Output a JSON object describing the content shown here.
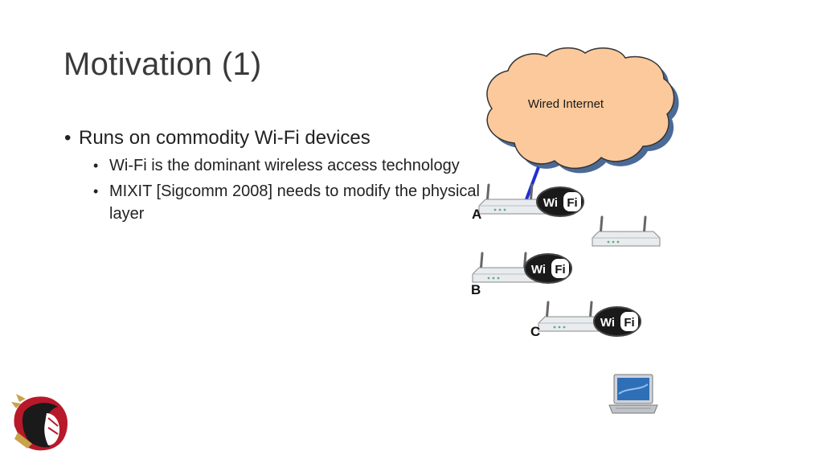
{
  "slide": {
    "title": "Motivation (1)",
    "bullets": [
      {
        "text": "Runs on commodity Wi-Fi devices",
        "sub": [
          "Wi-Fi is the dominant wireless access technology",
          "MIXIT [Sigcomm 2008] needs to modify the physical layer"
        ]
      }
    ]
  },
  "diagram": {
    "cloud_label": "Wired Internet",
    "node_labels": {
      "a": "A",
      "b": "B",
      "c": "C"
    },
    "wifi_logo_text": {
      "wi": "Wi",
      "fi": "Fi"
    }
  },
  "colors": {
    "cloud_fill": "#fbc99b",
    "cloud_shadow": "#4b6b96",
    "link_color": "#1f2fd6",
    "logo_red": "#b8192a",
    "logo_gold": "#c9a24a"
  }
}
